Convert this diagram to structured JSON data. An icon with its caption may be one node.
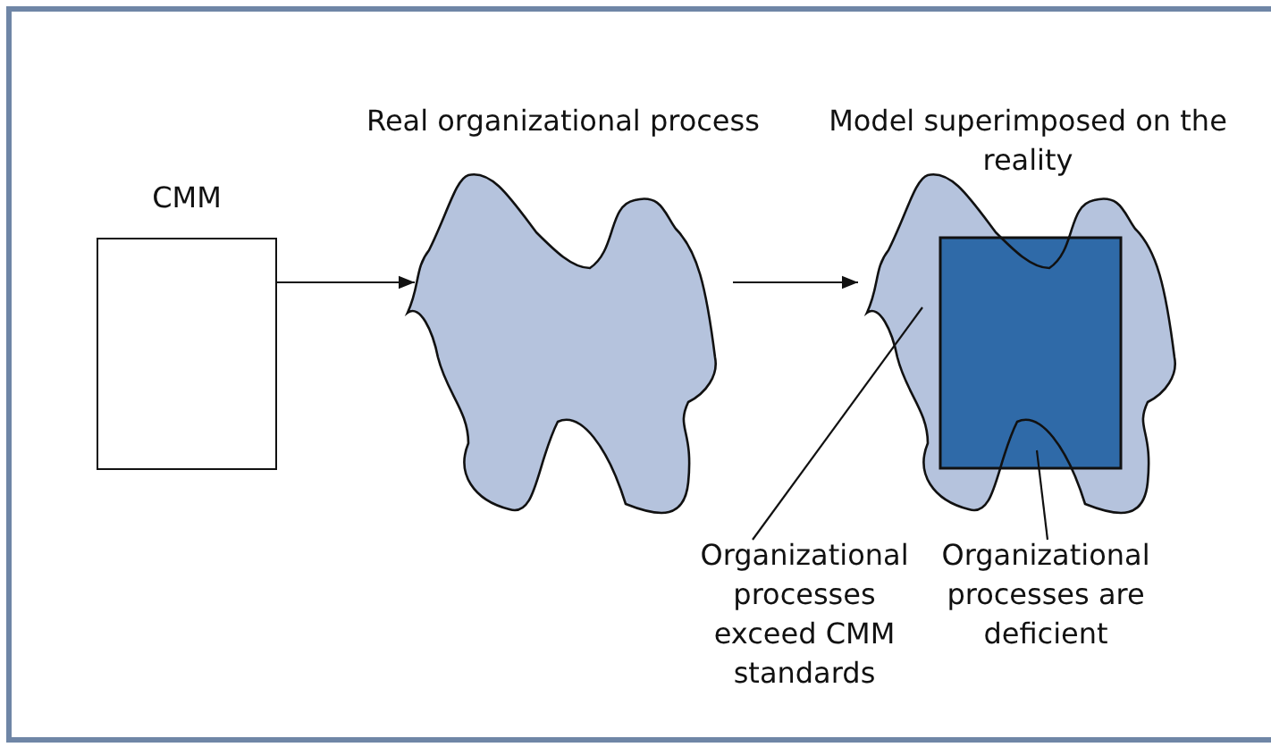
{
  "diagram": {
    "nodes": [
      {
        "text": [
          "CMM"
        ]
      },
      {
        "text": [
          "Real organizational process"
        ]
      },
      {
        "text": [
          "Model superimposed on the reality"
        ]
      },
      {
        "text": [],
        "shape": "cloud",
        "in": 2
      },
      {
        "text": [],
        "shape": "box",
        "in": 2
      },
      {
        "text": [
          "Organizational processes exceed CMM standards"
        ]
      },
      {
        "text": [
          "Organizational processes are deficient"
        ]
      }
    ],
    "edges": [
      {
        "from": 0,
        "to": 1,
        "arrow": "to"
      },
      {
        "from": 1,
        "to": 2,
        "arrow": "to"
      },
      {
        "from": 5,
        "to": 3,
        "arrow": "none"
      },
      {
        "from": 6,
        "to": 4,
        "arrow": "none"
      }
    ]
  }
}
